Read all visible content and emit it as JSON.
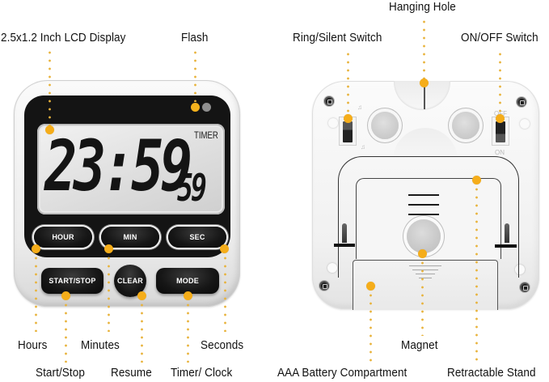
{
  "front_device": {
    "lcd": {
      "mode_label": "TIMER",
      "main_digits": "23:59",
      "small_digits": "59"
    },
    "buttons": {
      "hour": "HOUR",
      "min": "MIN",
      "sec": "SEC",
      "start_stop": "START/STOP",
      "clear": "CLEAR",
      "mode": "MODE"
    },
    "leds": {
      "flash_color": "#f5b21c",
      "off_color": "#8f8f8f"
    }
  },
  "back_device": {
    "switches": {
      "ring_silent_state": "ring",
      "on_off_marks": {
        "top": "OFF",
        "bottom": "ON"
      }
    }
  },
  "callouts": {
    "lcd_display": "2.5x1.2 Inch LCD Display",
    "flash": "Flash",
    "hanging_hole": "Hanging Hole",
    "ring_silent_switch": "Ring/Silent Switch",
    "on_off_switch": "ON/OFF Switch",
    "hours": "Hours",
    "minutes": "Minutes",
    "seconds": "Seconds",
    "start_stop": "Start/Stop",
    "resume": "Resume",
    "timer_clock": "Timer/ Clock",
    "magnet": "Magnet",
    "battery": "AAA Battery Compartment",
    "stand": "Retractable Stand"
  },
  "colors": {
    "callout_dot": "#f5ad1a",
    "callout_line": "#e8b33c",
    "device_black": "#141414",
    "device_white": "#f4f4f4"
  }
}
